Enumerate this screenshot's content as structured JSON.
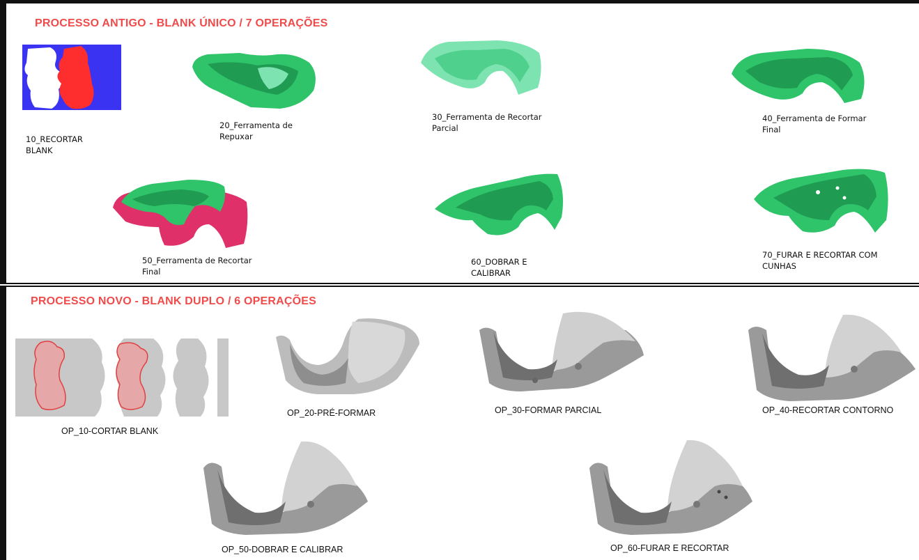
{
  "old_process": {
    "title": "PROCESSO ANTIGO  - BLANK ÚNICO / 7 OPERAÇÕES",
    "steps": [
      {
        "line1": "10_RECORTAR",
        "line2": "BLANK"
      },
      {
        "line1": "20_Ferramenta de",
        "line2": "Repuxar"
      },
      {
        "line1": "30_Ferramenta de Recortar",
        "line2": "Parcial"
      },
      {
        "line1": "40_Ferramenta de Formar",
        "line2": "Final"
      },
      {
        "line1": "50_Ferramenta de Recortar",
        "line2": "Final"
      },
      {
        "line1": "60_DOBRAR E",
        "line2": "CALIBRAR"
      },
      {
        "line1": "70_FURAR E RECORTAR COM",
        "line2": "CUNHAS"
      }
    ]
  },
  "new_process": {
    "title": "PROCESSO NOVO  - BLANK DUPLO / 6 OPERAÇÕES",
    "steps": [
      {
        "label": "OP_10-CORTAR BLANK"
      },
      {
        "label": "OP_20-PRÉ-FORMAR"
      },
      {
        "label": "OP_30-FORMAR PARCIAL"
      },
      {
        "label": "OP_40-RECORTAR CONTORNO"
      },
      {
        "label": "OP_50-DOBRAR E CALIBRAR"
      },
      {
        "label": "OP_60-FURAR E RECORTAR"
      }
    ]
  },
  "colors": {
    "title_red": "#f04b4b",
    "part_green": "#2fc36a",
    "part_green_light": "#7de3b0",
    "trim_pink": "#e0306a",
    "blank_blue": "#3a33f2",
    "blank_red": "#ff2e2e",
    "steel_gray": "#9a9a9a"
  }
}
